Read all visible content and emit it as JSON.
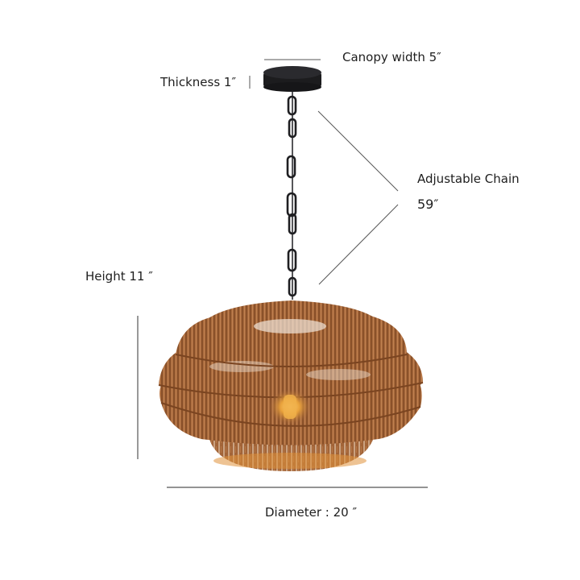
{
  "diagram": {
    "subject": "Rattan pendant light dimensions",
    "labels": {
      "canopy_width": "Canopy width 5″",
      "thickness": "Thickness 1″",
      "chain_title": "Adjustable Chain",
      "chain_length": "59″",
      "height": "Height 11 ″",
      "diameter": "Diameter : 20 ″"
    },
    "colors": {
      "background": "#ffffff",
      "dimension_line": "#555555",
      "canopy": "#1c1c1e",
      "chain": "#1f1f22",
      "rattan": "#a5673a",
      "rattan_dark": "#7a4420",
      "bulb_glow": "#e9a23b"
    }
  }
}
